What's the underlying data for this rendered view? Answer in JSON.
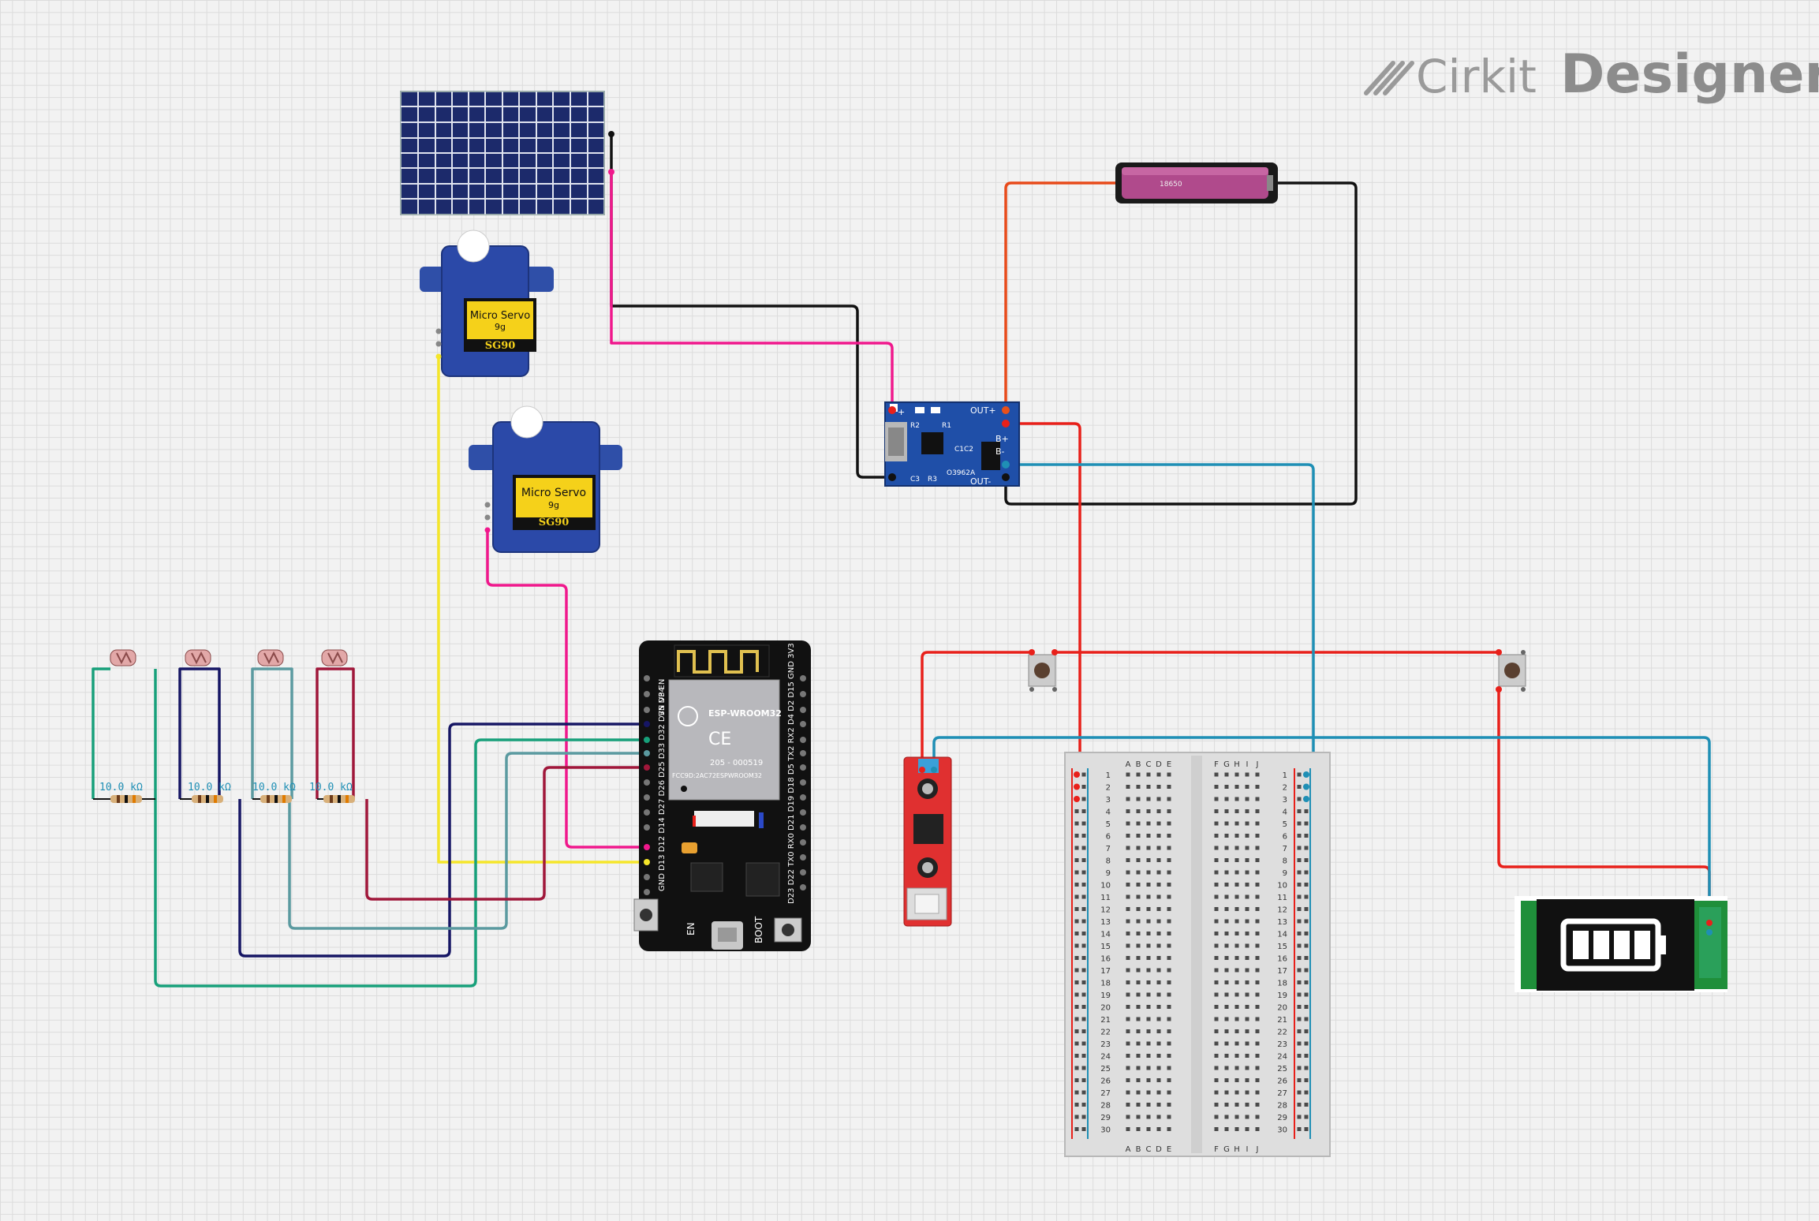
{
  "brand": {
    "logo_word1": "Cirkit",
    "logo_word2": "Designer"
  },
  "components": {
    "solar_panel": {},
    "servo_1": {
      "label_line1": "Micro Servo",
      "label_line2": "9g",
      "model": "SG90"
    },
    "servo_2": {
      "label_line1": "Micro Servo",
      "label_line2": "9g",
      "model": "SG90"
    },
    "battery": {
      "label": "18650"
    },
    "charger": {
      "pin_in_plus": "+",
      "pin_out_plus": "OUT+",
      "pin_b_plus": "B+",
      "pin_b_minus": "B-",
      "pin_out_minus": "OUT-",
      "r1": "R1",
      "r2": "R2",
      "r3": "R3",
      "c1c2": "C1C2",
      "c3": "C3",
      "chip": "O3962A"
    },
    "esp32": {
      "module": "ESP-WROOM32",
      "ce": "CE",
      "cert": "205 - 000519",
      "fcc": "FCC9D:2AC72ESPWROOM32",
      "en": "EN",
      "boot": "BOOT",
      "left_pins": "VN VP EN",
      "left_pins_2": "GND D13 D12 D14 D27 D26 D25 D33 D32 D35 D34",
      "right_pins": "D23 D22 TX0 RX0 D21 D19 D18 D5 TX2 RX2 D4 D2 D15 GND 3V3"
    },
    "resistors": [
      {
        "label": "10.0 kΩ"
      },
      {
        "label": "10.0 kΩ"
      },
      {
        "label": "10.0 kΩ"
      },
      {
        "label": "10.0 kΩ"
      }
    ],
    "breadboard": {
      "columns_left": [
        "A",
        "B",
        "C",
        "D",
        "E"
      ],
      "columns_right": [
        "F",
        "G",
        "H",
        "I",
        "J"
      ],
      "rows": 30
    }
  },
  "wire_colors": {
    "red": "#e8201a",
    "black": "#111111",
    "pink": "#f0188c",
    "yellow": "#f5e62a",
    "blue": "#1f8fb5",
    "navy": "#161664",
    "green": "#17a07a",
    "teal": "#5b9aa0",
    "maroon": "#a0173a"
  }
}
